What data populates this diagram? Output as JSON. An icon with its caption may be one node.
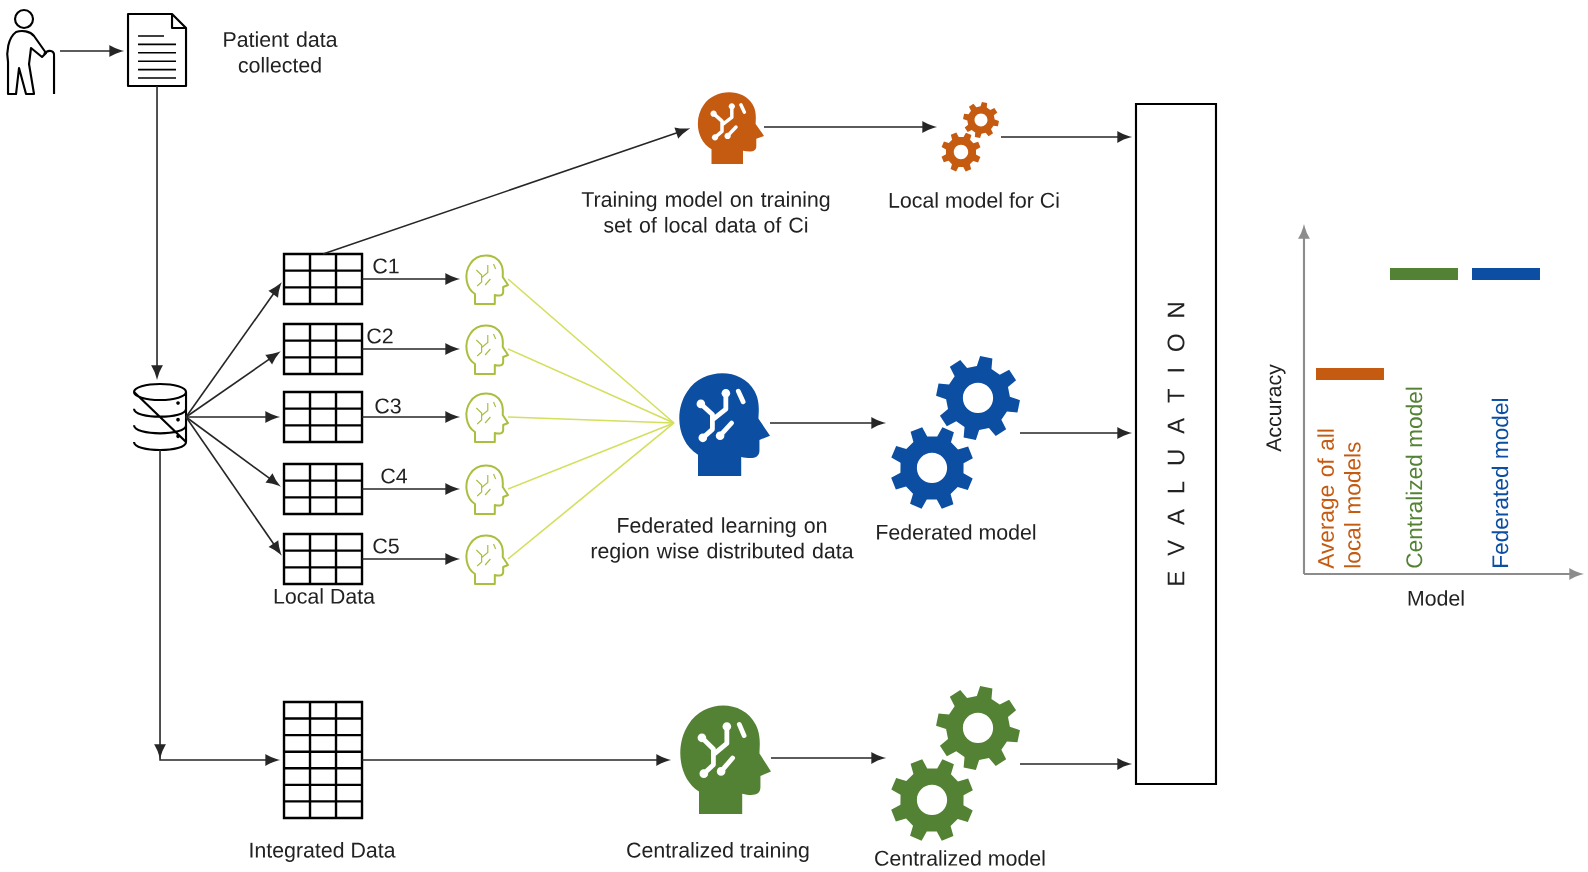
{
  "diagram": {
    "nodes": [
      {
        "text": [],
        "shape": "person"
      },
      {
        "text": [],
        "shape": "picture",
        "beside": [
          "Patient data collected"
        ]
      },
      {
        "text": [],
        "shape": "cylinder"
      },
      {
        "text": [],
        "shape": "picture"
      },
      {
        "text": [],
        "shape": "picture"
      },
      {
        "text": [],
        "shape": "picture"
      },
      {
        "text": [],
        "shape": "picture"
      },
      {
        "text": [],
        "shape": "picture"
      },
      {
        "text": [],
        "shape": "picture",
        "beside": [
          "Integrated Data"
        ]
      },
      {
        "text": [],
        "shape": "picture"
      },
      {
        "text": [],
        "shape": "picture"
      },
      {
        "text": [],
        "shape": "picture"
      },
      {
        "text": [],
        "shape": "picture"
      },
      {
        "text": [],
        "shape": "picture"
      },
      {
        "text": [],
        "shape": "picture",
        "beside": [
          "Training model on training set of local data of Ci"
        ]
      },
      {
        "text": [],
        "shape": "picture",
        "beside": [
          "Local model for Ci"
        ]
      },
      {
        "text": [],
        "shape": "picture",
        "beside": [
          "Federated learning on region wise distributed data"
        ]
      },
      {
        "text": [],
        "shape": "picture",
        "beside": [
          "Federated model"
        ]
      },
      {
        "text": [],
        "shape": "picture",
        "beside": [
          "Centralized training"
        ]
      },
      {
        "text": [],
        "shape": "picture",
        "beside": [
          "Centralized model"
        ]
      },
      {
        "text": [
          "E V A L U A T I O N"
        ]
      }
    ],
    "edges": [
      {
        "from": 0,
        "to": 1,
        "arrow": "to"
      },
      {
        "from": 1,
        "to": 2,
        "arrow": "to"
      },
      {
        "from": 2,
        "to": 3,
        "arrow": "to"
      },
      {
        "from": 2,
        "to": 4,
        "arrow": "to"
      },
      {
        "from": 2,
        "to": 5,
        "arrow": "to"
      },
      {
        "from": 2,
        "to": 6,
        "arrow": "to"
      },
      {
        "from": 2,
        "to": 7,
        "arrow": "to"
      },
      {
        "from": 2,
        "to": 8,
        "arrow": "to"
      },
      {
        "from": 3,
        "to": 14,
        "arrow": "to"
      },
      {
        "from": 14,
        "to": 15,
        "arrow": "to"
      },
      {
        "from": 15,
        "to": 20,
        "arrow": "to"
      },
      {
        "from": 3,
        "to": 9,
        "arrow": "to",
        "label": "C1"
      },
      {
        "from": 4,
        "to": 10,
        "arrow": "to",
        "label": "C2"
      },
      {
        "from": 5,
        "to": 11,
        "arrow": "to",
        "label": "C3"
      },
      {
        "from": 6,
        "to": 12,
        "arrow": "to",
        "label": "C4"
      },
      {
        "from": 7,
        "to": 13,
        "arrow": "to",
        "label": "C5"
      },
      {
        "from": 9,
        "to": 16,
        "arrow": "none",
        "color": "#d4df5c"
      },
      {
        "from": 10,
        "to": 16,
        "arrow": "none",
        "color": "#d4df5c"
      },
      {
        "from": 11,
        "to": 16,
        "arrow": "none",
        "color": "#d4df5c"
      },
      {
        "from": 12,
        "to": 16,
        "arrow": "none",
        "color": "#d4df5c"
      },
      {
        "from": 13,
        "to": 16,
        "arrow": "none",
        "color": "#d4df5c"
      },
      {
        "from": 16,
        "to": 17,
        "arrow": "to"
      },
      {
        "from": 17,
        "to": 20,
        "arrow": "to"
      },
      {
        "from": 8,
        "to": 18,
        "arrow": "to"
      },
      {
        "from": 18,
        "to": 19,
        "arrow": "to"
      },
      {
        "from": 19,
        "to": 20,
        "arrow": "to"
      }
    ],
    "labels": [
      "Local Data",
      "Accuracy",
      "Average of all local models",
      "Centralized model",
      "Federated model",
      "Model"
    ]
  }
}
